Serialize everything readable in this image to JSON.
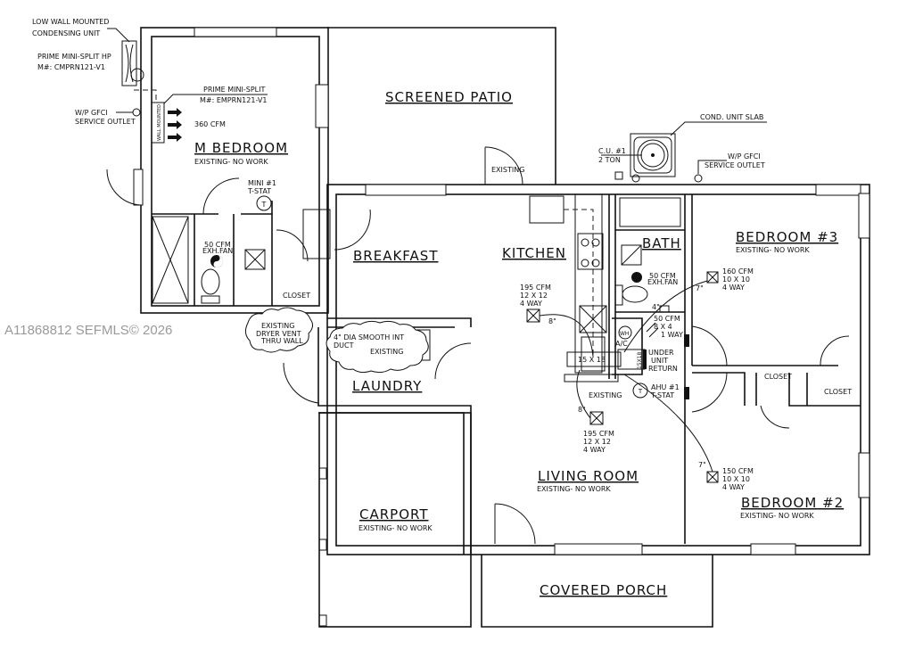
{
  "watermark": "A11868812  SEFMLS© 2026",
  "rooms": {
    "m_bedroom": {
      "name": "M BEDROOM",
      "status": "EXISTING- NO WORK"
    },
    "screened_patio": {
      "name": "SCREENED PATIO"
    },
    "breakfast": {
      "name": "BREAKFAST"
    },
    "kitchen": {
      "name": "KITCHEN"
    },
    "bath": {
      "name": "BATH"
    },
    "bedroom3": {
      "name": "BEDROOM #3",
      "status": "EXISTING- NO WORK"
    },
    "laundry": {
      "name": "LAUNDRY"
    },
    "living_room": {
      "name": "LIVING ROOM",
      "status": "EXISTING- NO WORK"
    },
    "carport": {
      "name": "CARPORT",
      "status": "EXISTING- NO WORK"
    },
    "bedroom2": {
      "name": "BEDROOM #2",
      "status": "EXISTING- NO WORK"
    },
    "covered_porch": {
      "name": "COVERED PORCH"
    },
    "closet_master": {
      "name": "CLOSET"
    },
    "closet_b3a": {
      "name": "CLOSET"
    },
    "closet_b3b": {
      "name": "CLOSET"
    }
  },
  "annotations": {
    "condensing_unit": [
      "LOW WALL MOUNTED",
      "CONDENSING UNIT"
    ],
    "mini_split_hp": [
      "PRIME MINI-SPLIT HP",
      "M#:  CMPRN121-V1"
    ],
    "gfci_left": [
      "W/P GFCI",
      "SERVICE OUTLET"
    ],
    "mini_split_indoor": [
      "PRIME MINI-SPLIT",
      "M#:  EMPRN121-V1"
    ],
    "wall_mounted": "WALL MOUNTED",
    "cfm_360": "360 CFM",
    "mini_tstat": [
      "MINI  #1",
      "T-STAT"
    ],
    "exh_fan_master": [
      "50  CFM",
      "EXH.FAN"
    ],
    "existing_patio_door": "EXISTING",
    "cond_slab": "COND. UNIT SLAB",
    "cu1": [
      "C.U. #1",
      "2  TON"
    ],
    "gfci_right": [
      "W/P GFCI",
      "SERVICE OUTLET"
    ],
    "kitchen_vent": [
      "195  CFM",
      "12  X  12",
      "4  WAY"
    ],
    "duct_8_kitchen": "8\"",
    "bath_exh": [
      "50  CFM",
      "EXH.FAN"
    ],
    "b3_vent": [
      "160  CFM",
      "10  X  10",
      "4  WAY"
    ],
    "duct_7_b3": "7\"",
    "duct_4": "4\"",
    "hall_vent": [
      "50  CFM",
      "8  X  4",
      "1  WAY"
    ],
    "wh": "WH",
    "ac": "A/C",
    "grille": "15  X  18",
    "return_size": "15X18",
    "under_unit_return": [
      "UNDER",
      "UNIT",
      "RETURN"
    ],
    "existing_kitchen": "EXISTING",
    "ahu_tstat": [
      "AHU  #1",
      "T-STAT"
    ],
    "dryer_vent": [
      "EXISTING",
      "DRYER VENT",
      "THRU WALL"
    ],
    "duct_dia": [
      "4\" DIA  SMOOTH INT",
      "DUCT"
    ],
    "existing_laundry": "EXISTING",
    "living_vent": [
      "195  CFM",
      "12  X  12",
      "4  WAY"
    ],
    "duct_8_living": "8\"",
    "b2_vent": [
      "150  CFM",
      "10  X  10",
      "4  WAY"
    ],
    "duct_7_b2": "7\"",
    "tstat_symbol": "T"
  }
}
